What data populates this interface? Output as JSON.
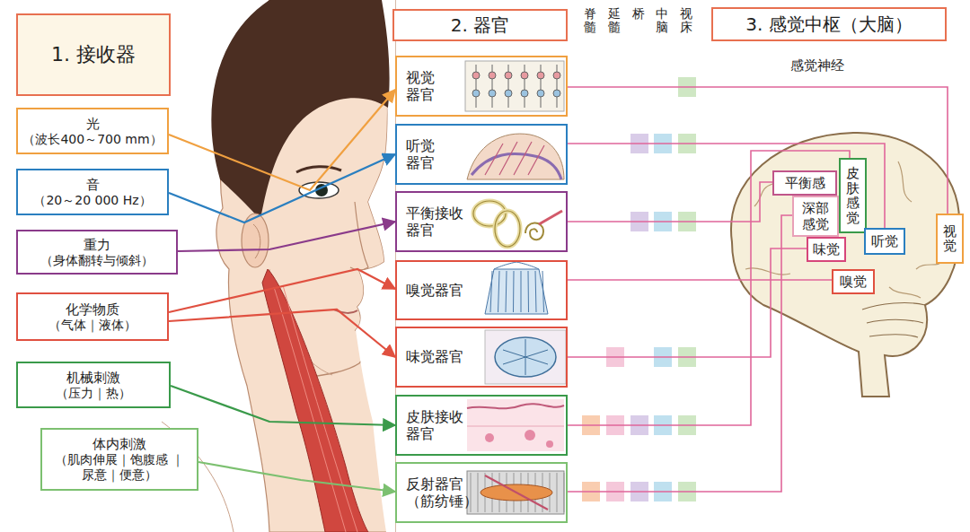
{
  "diagram": {
    "nodes": [
      {
        "text": [
          "1. 接收器"
        ]
      },
      {
        "text": [
          "光",
          "（波长400～700 mm）"
        ]
      },
      {
        "text": [
          "音",
          "（20～20 000 Hz）"
        ]
      },
      {
        "text": [
          "重力",
          "（身体翻转与倾斜）"
        ]
      },
      {
        "text": [
          "化学物质",
          "（气体｜液体）"
        ]
      },
      {
        "text": [
          "机械刺激",
          "（压力｜热）"
        ]
      },
      {
        "text": [
          "体内刺激",
          "（肌肉伸展｜饱腹感 ｜尿意｜便意）"
        ]
      },
      {
        "text": [
          "2. 器官"
        ]
      },
      {
        "text": [
          "视觉器官"
        ]
      },
      {
        "text": [
          "听觉器官"
        ]
      },
      {
        "text": [
          "平衡接收器官"
        ]
      },
      {
        "text": [
          "嗅觉器官"
        ]
      },
      {
        "text": [
          "味觉器官"
        ]
      },
      {
        "text": [
          "皮肤接收器官"
        ]
      },
      {
        "text": [
          "反射器官",
          "（筋纺锤）"
        ]
      },
      {
        "text": [
          "3. 感觉中枢（大脑）"
        ]
      },
      {
        "text": [
          "平衡感"
        ]
      },
      {
        "text": [
          "皮肤感觉"
        ]
      },
      {
        "text": [
          "深部感觉"
        ]
      },
      {
        "text": [
          "味觉"
        ]
      },
      {
        "text": [
          "听觉"
        ]
      },
      {
        "text": [
          "嗅觉"
        ]
      },
      {
        "text": [
          "视觉"
        ]
      }
    ],
    "edges": [
      {
        "from": 1,
        "to": 8,
        "arrow": "to"
      },
      {
        "from": 2,
        "to": 9,
        "arrow": "to"
      },
      {
        "from": 3,
        "to": 10,
        "arrow": "to"
      },
      {
        "from": 4,
        "to": 11,
        "arrow": "to"
      },
      {
        "from": 4,
        "to": 12,
        "arrow": "to"
      },
      {
        "from": 5,
        "to": 13,
        "arrow": "to"
      },
      {
        "from": 6,
        "to": 14,
        "arrow": "to"
      },
      {
        "from": 8,
        "to": 22,
        "arrow": "none"
      },
      {
        "from": 9,
        "to": 20,
        "arrow": "none"
      },
      {
        "from": 10,
        "to": 16,
        "arrow": "none"
      },
      {
        "from": 11,
        "to": 21,
        "arrow": "none"
      },
      {
        "from": 12,
        "to": 19,
        "arrow": "none"
      },
      {
        "from": 13,
        "to": 17,
        "arrow": "none"
      },
      {
        "from": 14,
        "to": 18,
        "arrow": "none"
      }
    ],
    "labels": [
      "脊髓",
      "延髓",
      "桥",
      "中脑",
      "视床",
      "感觉神经"
    ]
  }
}
